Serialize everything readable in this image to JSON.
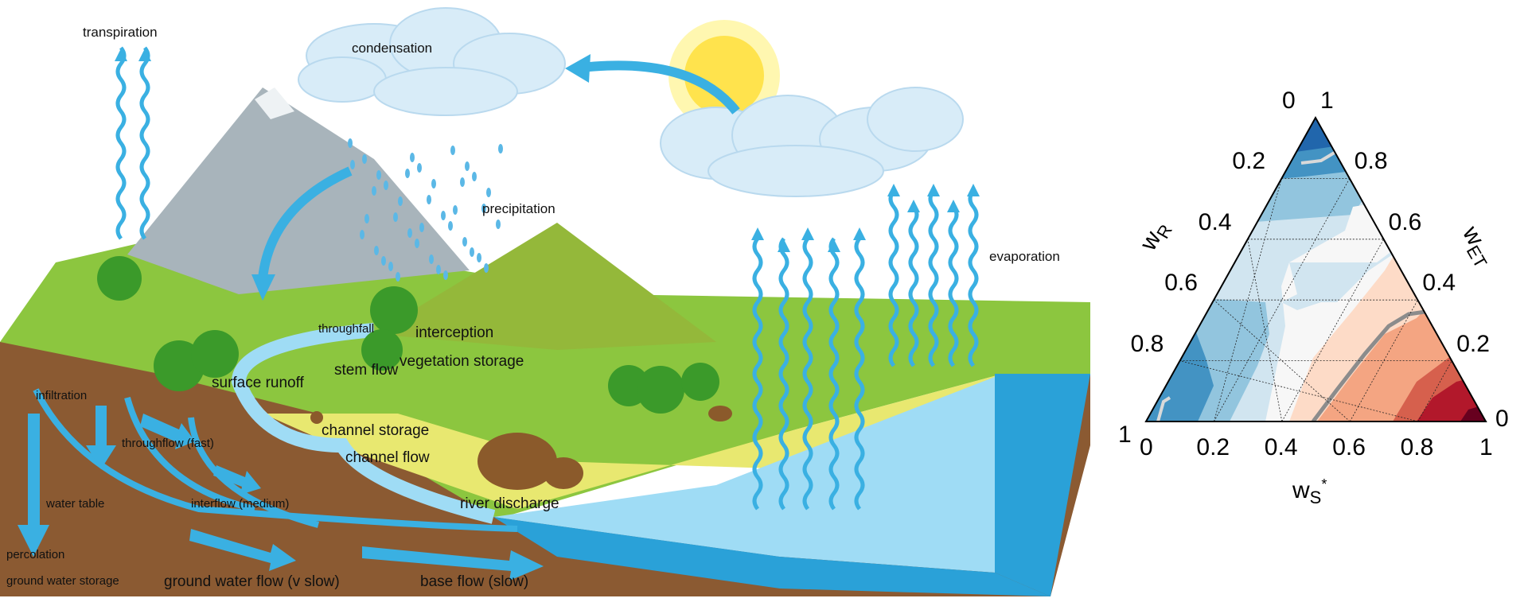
{
  "diagram": {
    "labels": {
      "transpiration": "transpiration",
      "condensation": "condensation",
      "precipitation": "precipitation",
      "evaporation": "evaporation",
      "throughfall": "throughfall",
      "interception": "interception",
      "stem_flow": "stem flow",
      "vegetation_storage": "vegetation storage",
      "surface_runoff": "surface runoff",
      "infiltration": "infiltration",
      "throughflow": "throughflow (fast)",
      "channel_storage": "channel storage",
      "channel_flow": "channel flow",
      "water_table": "water table",
      "interflow": "interflow (medium)",
      "river_discharge": "river discharge",
      "percolation": "percolation",
      "ground_water_storage": "ground water storage",
      "ground_water_flow": "ground water flow (v slow)",
      "base_flow": "base flow (slow)"
    },
    "colors": {
      "water": "#3ab0e2",
      "grass": "#8cc63f",
      "soil": "#8b5a32",
      "sky_cloud": "#d8ecf8",
      "sun": "#ffe34d"
    }
  },
  "chart_data": {
    "type": "ternary-contour",
    "axes": {
      "bottom": {
        "label": "w",
        "sub": "S",
        "sup": "*",
        "ticks": [
          "0",
          "0.2",
          "0.4",
          "0.6",
          "0.8",
          "1"
        ]
      },
      "left": {
        "label": "w",
        "sub": "R",
        "ticks": [
          "0",
          "0.2",
          "0.4",
          "0.6",
          "0.8",
          "1"
        ]
      },
      "right": {
        "label": "w",
        "sub": "ET",
        "ticks": [
          "1",
          "0.8",
          "0.6",
          "0.4",
          "0.2",
          "0"
        ]
      }
    },
    "grid": true,
    "colormap": [
      "#2166ac",
      "#4393c3",
      "#92c5de",
      "#d1e5f0",
      "#f7f7f7",
      "#fddbc7",
      "#f4a582",
      "#d6604d",
      "#b2182b",
      "#67001f"
    ]
  }
}
